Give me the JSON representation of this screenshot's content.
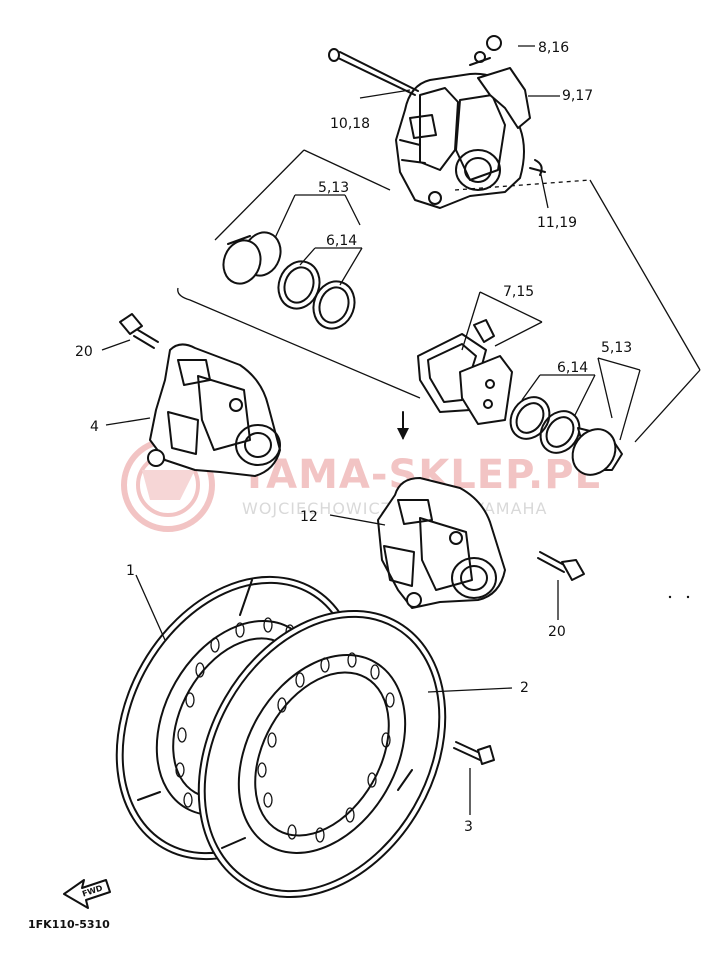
{
  "diagram": {
    "part_code": "1FK110-5310",
    "fwd_label": "FWD",
    "watermark": {
      "main": "YAMA-SKLEP.PL",
      "sub": "WOJCIECHOWICZ DEALER YAMAHA"
    },
    "callouts": {
      "p1": "1",
      "p2": "2",
      "p3": "3",
      "p4": "4",
      "p5_13_top": "5,13",
      "p5_13_right": "5,13",
      "p6_14_top": "6,14",
      "p6_14_right": "6,14",
      "p7_15": "7,15",
      "p8_16": "8,16",
      "p9_17": "9,17",
      "p10_18": "10,18",
      "p11_19": "11,19",
      "p12": "12",
      "p20_left": "20",
      "p20_right": "20"
    }
  },
  "colors": {
    "ink": "#111111",
    "watermark_main": "#f2c4c4",
    "watermark_sub": "#d9d9d9"
  }
}
